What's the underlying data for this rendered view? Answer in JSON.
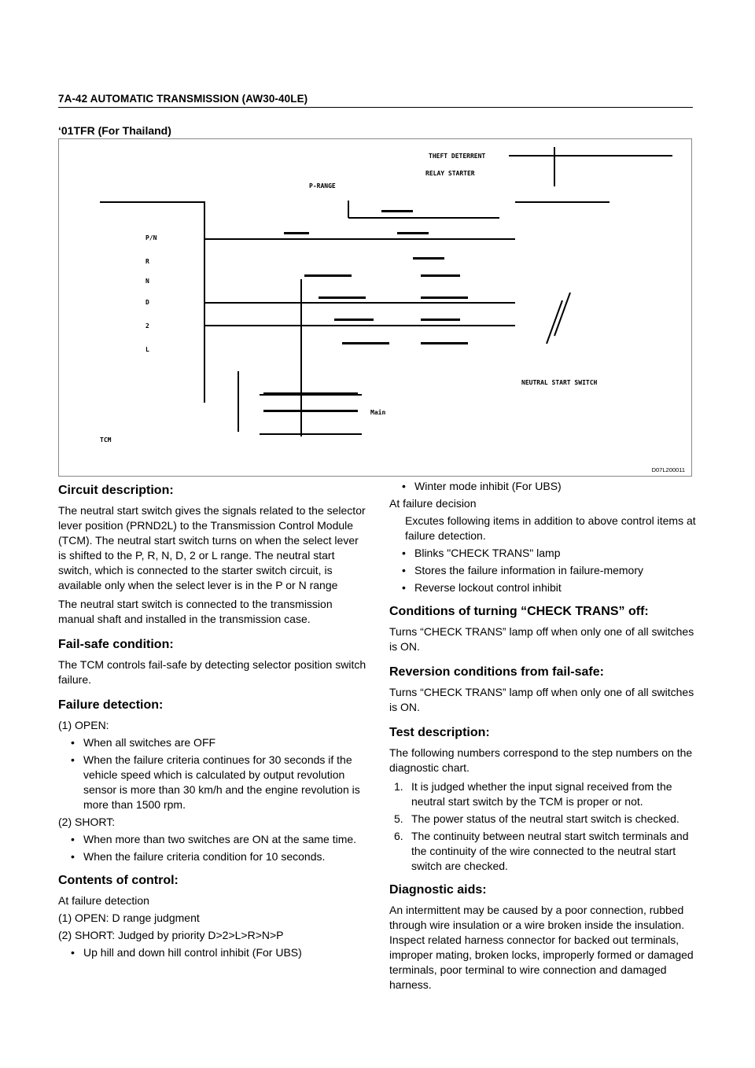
{
  "header": {
    "title": "7A-42  AUTOMATIC TRANSMISSION (AW30-40LE)"
  },
  "subtitle": "‘01TFR (For Thailand)",
  "figure": {
    "caption": "D07L200011",
    "labels": {
      "t1": "THEFT DETERRENT",
      "t2": "RELAY STARTER",
      "t3": "P-RANGE",
      "t4": "TCM",
      "t5": "NEUTRAL START SWITCH",
      "r1": "P/N",
      "r2": "R",
      "r3": "N",
      "r4": "D",
      "r5": "2",
      "r6": "L",
      "sensor": "Main"
    }
  },
  "left": {
    "circuit_title": "Circuit description:",
    "circuit_p1": "The neutral start switch gives the signals related to the selector lever position (PRND2L) to the Transmission Control Module (TCM). The neutral start switch turns on when the select lever is shifted to the P, R, N, D, 2 or L range. The neutral start switch, which is connected to the starter switch circuit, is available only when the select lever is in the P or N range",
    "circuit_p2": "The neutral start switch is connected to the transmission manual shaft and installed in the transmission case.",
    "failsafe_title": "Fail-safe condition:",
    "failsafe_p": "The TCM controls fail-safe by detecting selector position switch failure.",
    "detect_title": "Failure detection:",
    "open_label": "(1) OPEN:",
    "open_b1": "When all switches are OFF",
    "open_b2": "When the failure criteria continues for 30 seconds if the vehicle speed which is calculated by output revolution sensor is more than 30 km/h and the engine revolution is more than 1500 rpm.",
    "short_label": "(2) SHORT:",
    "short_b1": "When more than two switches are ON at the same time.",
    "short_b2": "When the failure criteria condition for 10 seconds.",
    "contents_title": "Contents of control:",
    "contents_l1": "At failure detection",
    "contents_l2": "(1) OPEN: D range judgment",
    "contents_l3": "(2) SHORT: Judged by priority D>2>L>R>N>P",
    "contents_b1": "Up hill and down hill control inhibit (For UBS)"
  },
  "right": {
    "b_winter": "Winter mode inhibit (For UBS)",
    "decision_label": "At failure decision",
    "decision_text": "Excutes following items in addition to above control items at failure detection.",
    "decision_b1": "Blinks \"CHECK TRANS\" lamp",
    "decision_b2": "Stores the failure information in failure-memory",
    "decision_b3": "Reverse lockout control inhibit",
    "cond_title": "Conditions of turning “CHECK TRANS” off:",
    "cond_p": "Turns “CHECK TRANS” lamp off when only one of all switches is ON.",
    "rev_title": "Reversion conditions from fail-safe:",
    "rev_p": "Turns “CHECK TRANS” lamp off when only one of all switches is ON.",
    "test_title": "Test description:",
    "test_p": "The following numbers correspond to the step numbers on the diagnostic chart.",
    "test_n1": "1.",
    "test_t1": "It is judged whether the input signal received from the neutral start switch by the TCM is proper or not.",
    "test_n5": "5.",
    "test_t5": "The power status of the neutral start switch is checked.",
    "test_n6": "6.",
    "test_t6": "The continuity between neutral start switch terminals and the continuity of the wire connected to the neutral start switch are checked.",
    "diag_title": "Diagnostic aids:",
    "diag_p": "An intermittent may be caused by a poor connection, rubbed through wire insulation or a wire broken inside the insulation. Inspect related harness connector for backed out terminals, improper mating, broken locks, improperly formed or damaged terminals, poor terminal to wire connection and damaged harness."
  }
}
